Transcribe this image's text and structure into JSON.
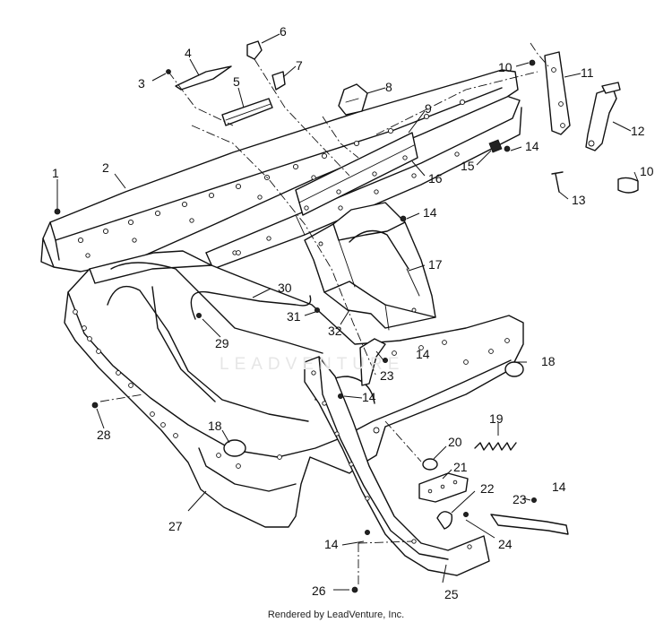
{
  "diagram": {
    "callouts": [
      {
        "id": "c1",
        "label": "1"
      },
      {
        "id": "c2",
        "label": "2"
      },
      {
        "id": "c3",
        "label": "3"
      },
      {
        "id": "c4",
        "label": "4"
      },
      {
        "id": "c5",
        "label": "5"
      },
      {
        "id": "c6",
        "label": "6"
      },
      {
        "id": "c7",
        "label": "7"
      },
      {
        "id": "c8",
        "label": "8"
      },
      {
        "id": "c9",
        "label": "9"
      },
      {
        "id": "c10a",
        "label": "10"
      },
      {
        "id": "c10b",
        "label": "10"
      },
      {
        "id": "c11",
        "label": "11"
      },
      {
        "id": "c12",
        "label": "12"
      },
      {
        "id": "c13",
        "label": "13"
      },
      {
        "id": "c14a",
        "label": "14"
      },
      {
        "id": "c14b",
        "label": "14"
      },
      {
        "id": "c14c",
        "label": "14"
      },
      {
        "id": "c14d",
        "label": "14"
      },
      {
        "id": "c14e",
        "label": "14"
      },
      {
        "id": "c14f",
        "label": "14"
      },
      {
        "id": "c15",
        "label": "15"
      },
      {
        "id": "c16",
        "label": "16"
      },
      {
        "id": "c17",
        "label": "17"
      },
      {
        "id": "c18a",
        "label": "18"
      },
      {
        "id": "c18b",
        "label": "18"
      },
      {
        "id": "c19",
        "label": "19"
      },
      {
        "id": "c20",
        "label": "20"
      },
      {
        "id": "c21",
        "label": "21"
      },
      {
        "id": "c22",
        "label": "22"
      },
      {
        "id": "c23a",
        "label": "23"
      },
      {
        "id": "c23b",
        "label": "23"
      },
      {
        "id": "c24",
        "label": "24"
      },
      {
        "id": "c25",
        "label": "25"
      },
      {
        "id": "c26",
        "label": "26"
      },
      {
        "id": "c27",
        "label": "27"
      },
      {
        "id": "c28",
        "label": "28"
      },
      {
        "id": "c29",
        "label": "29"
      },
      {
        "id": "c30",
        "label": "30"
      },
      {
        "id": "c31",
        "label": "31"
      },
      {
        "id": "c32",
        "label": "32"
      }
    ],
    "watermark": "LEADVENTURE",
    "footer": "Rendered by LeadVenture, Inc."
  }
}
